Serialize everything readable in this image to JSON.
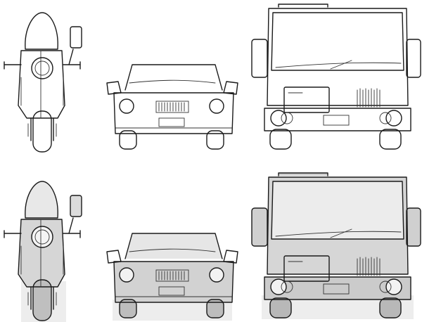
{
  "scene": {
    "background": "#ffffff",
    "colors": {
      "outline": "#1a1a1a",
      "fill_light": "#f2f2f2",
      "fill_mid": "#dcdcdc",
      "fill_dark": "#c8c8c8",
      "shadow": "#e6e6e6"
    },
    "rows": [
      {
        "variant": "outline",
        "vehicles": [
          "motorcycle-front",
          "car-front",
          "truck-front"
        ]
      },
      {
        "variant": "shaded",
        "vehicles": [
          "motorcycle-front",
          "car-front",
          "truck-front"
        ]
      }
    ]
  }
}
